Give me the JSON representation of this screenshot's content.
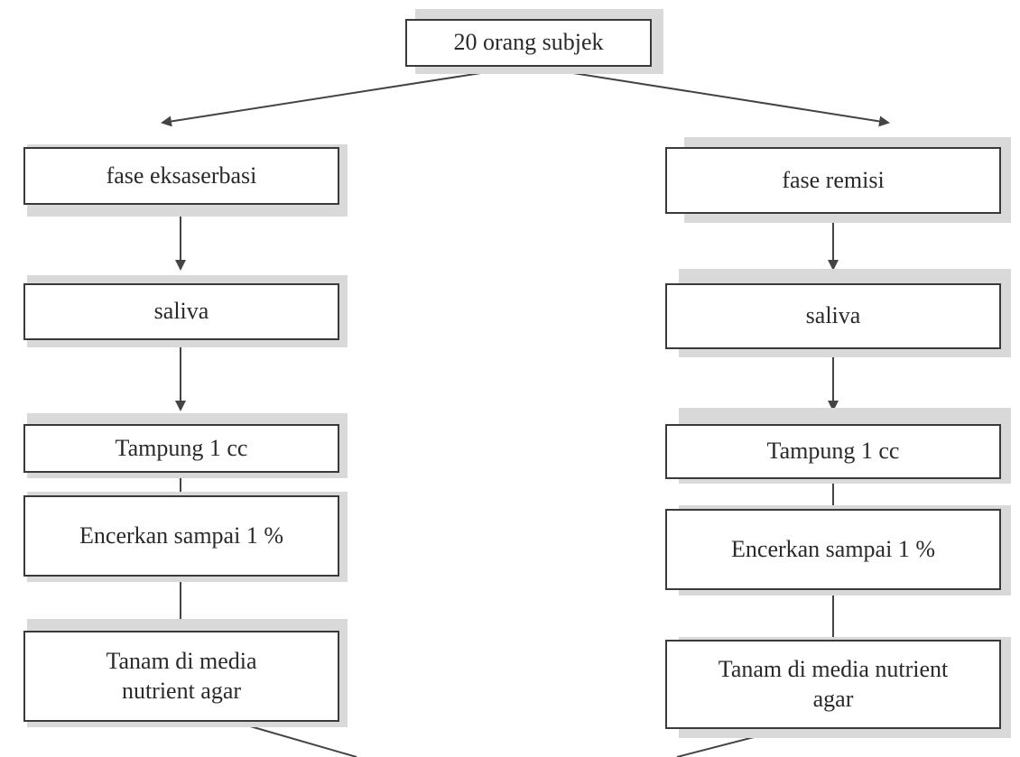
{
  "flowchart": {
    "top": {
      "label": "20 orang subjek"
    },
    "left_branch": {
      "phase": "fase eksaserbasi",
      "sample": "saliva",
      "collect": "Tampung 1 cc",
      "dilute": "Encerkan sampai 1 %",
      "culture_line1": "Tanam di media",
      "culture_line2": "nutrient agar"
    },
    "right_branch": {
      "phase": "fase remisi",
      "sample": "saliva",
      "collect": "Tampung 1 cc",
      "dilute": "Encerkan sampai 1 %",
      "culture_line1": "Tanam di media nutrient",
      "culture_line2": "agar"
    }
  },
  "colors": {
    "box_border": "#3a3a3a",
    "text": "#2a2a2a",
    "arrow": "#444444",
    "shadow": "#d9d9d9"
  }
}
